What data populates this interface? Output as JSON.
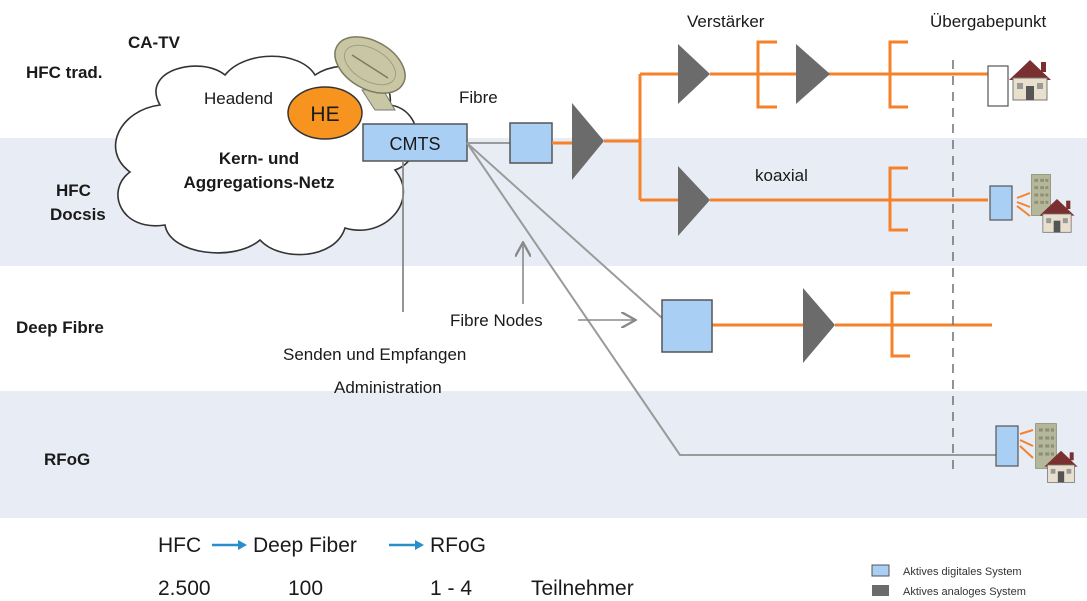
{
  "rows": {
    "catv": "CA-TV",
    "hfc_trad": "HFC trad.",
    "hfc_docsis_1": "HFC",
    "hfc_docsis_2": "Docsis",
    "deep_fibre": "Deep Fibre",
    "rfog": "RFoG"
  },
  "cloud": {
    "headend": "Headend",
    "he": "HE",
    "line1": "Kern- und",
    "line2": "Aggregations-Netz",
    "cmts": "CMTS"
  },
  "labels": {
    "fibre": "Fibre",
    "verstaerker": "Verstärker",
    "uebergabepunkt": "Übergabepunkt",
    "koaxial": "koaxial",
    "fibre_nodes": "Fibre Nodes",
    "senden": "Senden und Empfangen",
    "administration": "Administration"
  },
  "bottom": {
    "hfc": "HFC",
    "deep_fiber": "Deep Fiber",
    "rfog": "RFoG",
    "n_hfc": "2.500",
    "n_deep": "100",
    "n_rfog": "1 - 4",
    "teilnehmer": "Teilnehmer"
  },
  "legend": {
    "digital": "Aktives digitales System",
    "analog": "Aktives analoges System"
  },
  "colors": {
    "band": "#e8ecf5",
    "coax": "#f5822a",
    "fibre_line": "#9a9a9a",
    "digital_box": "#a9cff5",
    "analog": "#6b6b6b",
    "he": "#f79420",
    "arrow_blue": "#2a8fc9"
  }
}
